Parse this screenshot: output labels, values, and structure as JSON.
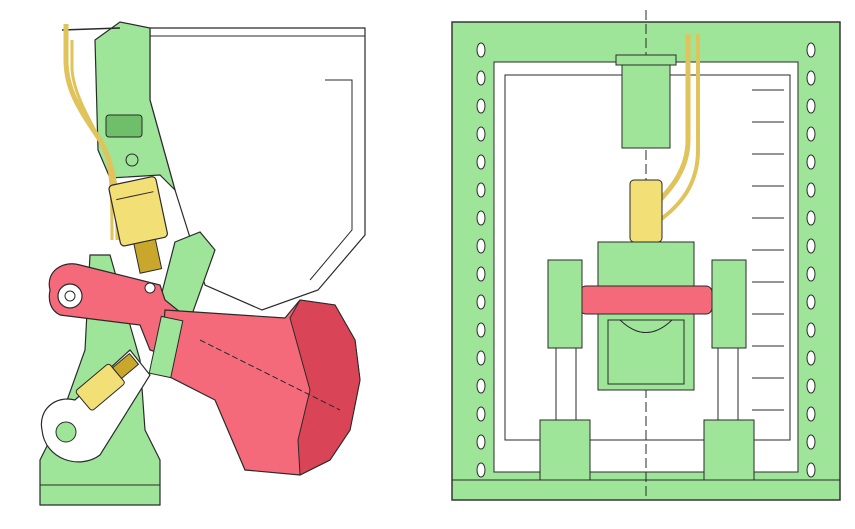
{
  "drawing": {
    "views": [
      {
        "view": "side-view"
      },
      {
        "view": "front-view"
      }
    ],
    "colors": {
      "frame": "#9ee59a",
      "frame_dark": "#6fbf6a",
      "cylinder": "#f2df76",
      "cylinder_dark": "#c9a72c",
      "hydraulic_line": "#e0c35a",
      "rotor": "#f46a7a",
      "rotor_dark": "#d94556",
      "outline": "#2a2a2a",
      "hull": "#ffffff"
    },
    "icons": [
      "hydraulic-cylinder",
      "pivot-arm",
      "propeller-hub",
      "hydraulic-hose",
      "mounting-bracket",
      "base-frame"
    ]
  }
}
